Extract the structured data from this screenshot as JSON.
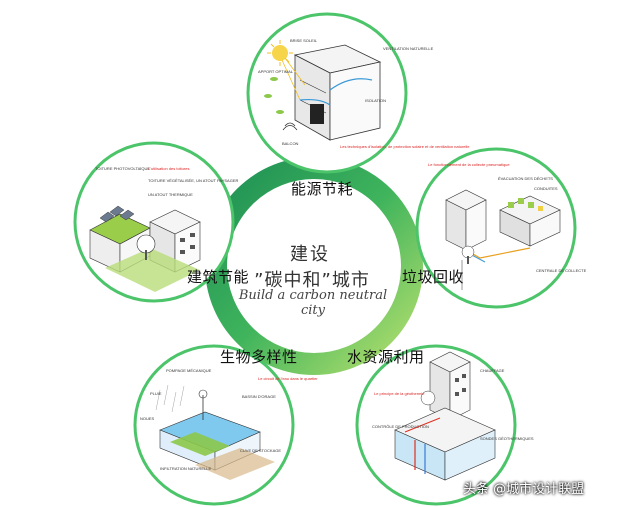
{
  "center": {
    "title": "建设",
    "subtitle": "”碳中和”城市",
    "english": "Build a carbon neutral city"
  },
  "topics": {
    "energy": "能源节耗",
    "building": "建筑节能",
    "waste": "垃圾回收",
    "biodiversity": "生物多样性",
    "water": "水资源利用"
  },
  "panels": {
    "top": {
      "notes": [
        "BRISE SOLEIL",
        "VENTILATION NATURELLE",
        "APPORT OPTIMAL",
        "ISOLATION",
        "BALCON"
      ],
      "red_note": "Les techniques d'isolation, de protection solaire et de ventilation naturelle"
    },
    "left": {
      "heading": "L'utilisation des toitures",
      "notes": [
        "TOITURE PHOTOVOLTAÏQUE",
        "TOITURE VÉGÉTALISÉE, UN ATOUT PAYSAGER",
        "UN ATOUT THERMIQUE"
      ]
    },
    "right": {
      "red_note": "Le fonctionnement de la collecte pneumatique",
      "notes": [
        "ÉVACUATION DES DÉCHETS",
        "CONDUITES",
        "CENTRALE DE COLLECTE"
      ]
    },
    "bottom_left": {
      "red_note": "Le circuit de l'eau dans le quartier",
      "notes": [
        "POMPAGE MÉCANIQUE",
        "BASSIN D'ORAGE",
        "PLUIE",
        "NOUES",
        "CUVE DE STOCKAGE",
        "INFILTRATION NATURELLE"
      ]
    },
    "bottom_right": {
      "red_note": "Le principe de la géothermie",
      "notes": [
        "CONTRÔLE DE PRODUCTION",
        "CHAUFFAGE",
        "SONDES GÉOTHERMIQUES"
      ]
    }
  },
  "watermark": "头条 @城市设计联盟",
  "colors": {
    "ring_dark": "#1f9a5a",
    "ring_light": "#9ed86a",
    "circle_stroke": "#4cc46a",
    "green_roof": "#8cc84a",
    "water_blue": "#6fc0ea",
    "accent_red": "#e03020"
  }
}
